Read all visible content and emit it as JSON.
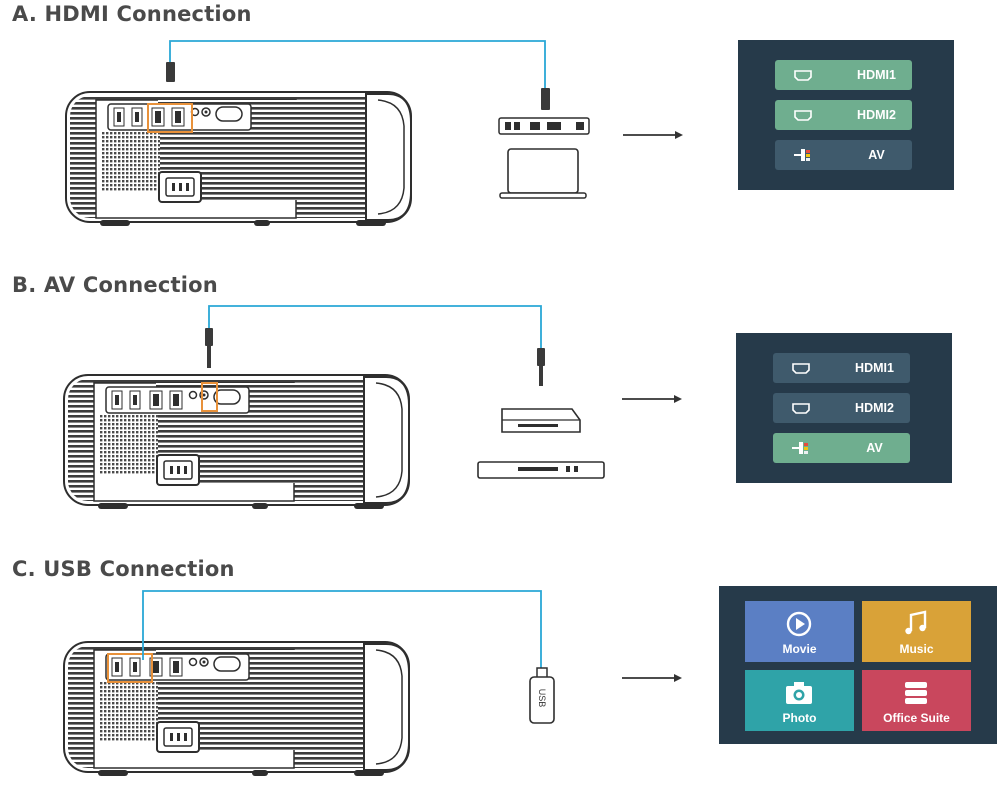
{
  "sections": [
    {
      "title": "A. HDMI Connection",
      "menu": [
        {
          "label": "HDMI1",
          "icon": "hdmi-icon",
          "active": true
        },
        {
          "label": "HDMI2",
          "icon": "hdmi-icon",
          "active": true
        },
        {
          "label": "AV",
          "icon": "av-icon",
          "active": false
        }
      ]
    },
    {
      "title": "B. AV Connection",
      "menu": [
        {
          "label": "HDMI1",
          "icon": "hdmi-icon",
          "active": false
        },
        {
          "label": "HDMI2",
          "icon": "hdmi-icon",
          "active": false
        },
        {
          "label": "AV",
          "icon": "av-icon",
          "active": true
        }
      ]
    },
    {
      "title": "C. USB Connection",
      "tiles": [
        {
          "label": "Movie",
          "icon": "play-icon",
          "color": "#5b7fc4"
        },
        {
          "label": "Music",
          "icon": "music-icon",
          "color": "#d9a238"
        },
        {
          "label": "Photo",
          "icon": "camera-icon",
          "color": "#2fa3a8"
        },
        {
          "label": "Office Suite",
          "icon": "database-icon",
          "color": "#c9475d"
        }
      ]
    }
  ],
  "usb_stick_label": "USB",
  "colors": {
    "cable": "#2aa7d6",
    "highlight": "#e8913a",
    "panel_bg": "#263a4a",
    "button_active": "#6fae8f",
    "button_inactive": "#3f5a6c"
  }
}
